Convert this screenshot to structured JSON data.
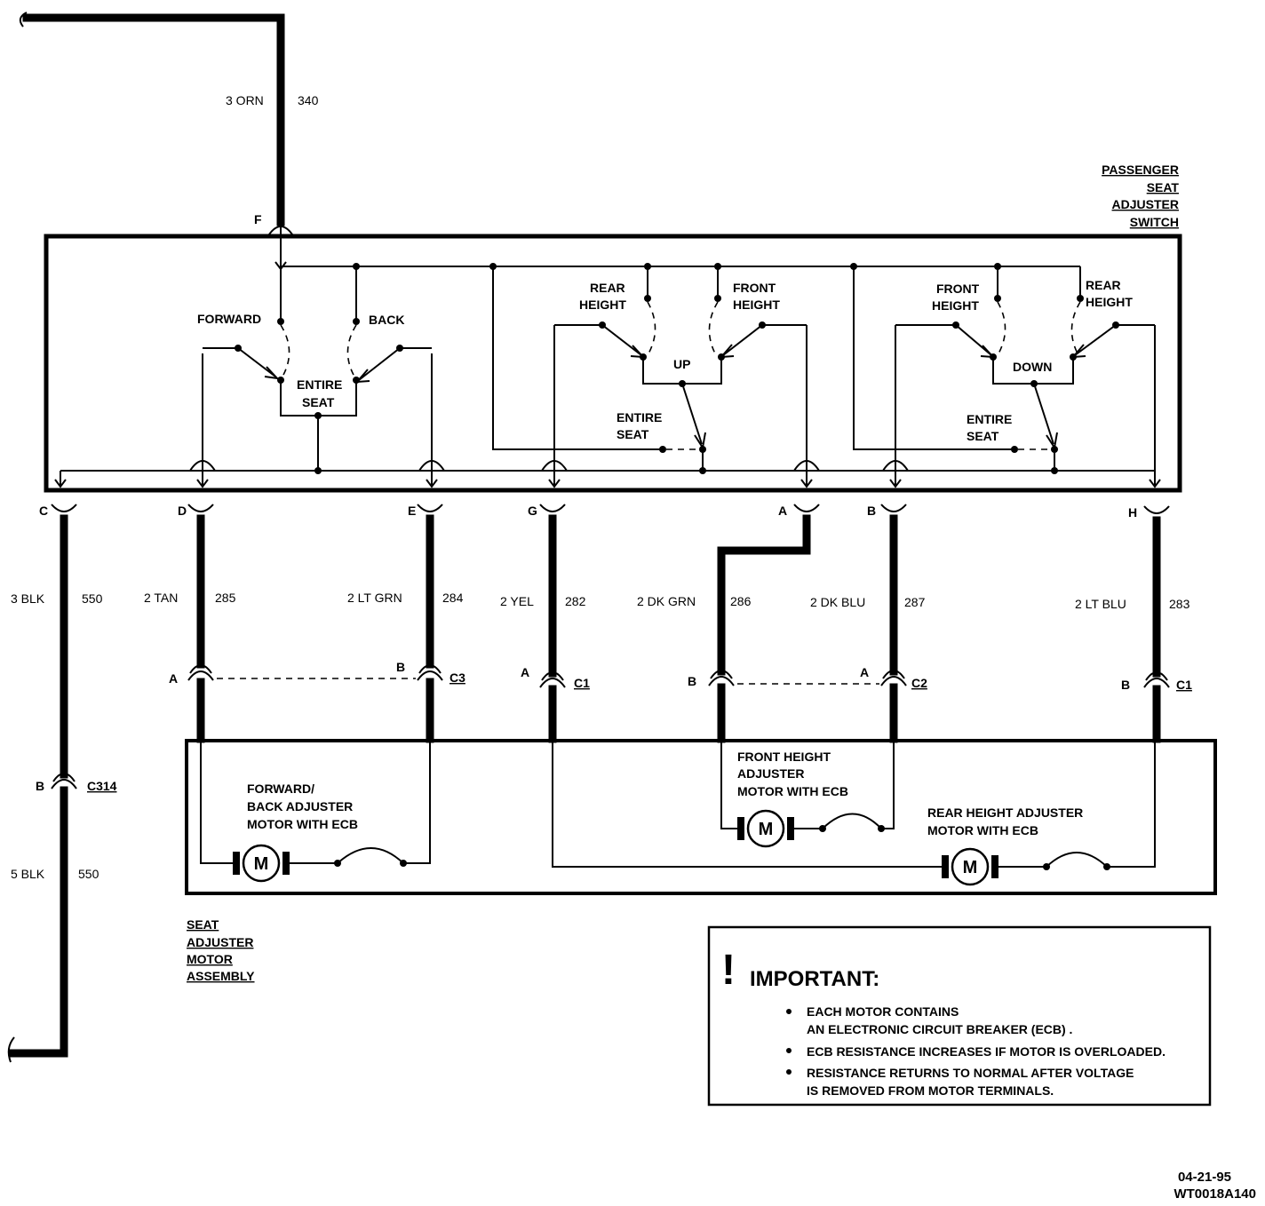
{
  "titles": {
    "switch": [
      "PASSENGER",
      "SEAT",
      "ADJUSTER",
      "SWITCH"
    ],
    "motor_assembly": [
      "SEAT",
      "ADJUSTER",
      "MOTOR",
      "ASSEMBLY"
    ]
  },
  "top_wire": {
    "gauge": "3 ORN",
    "circuit": "340",
    "pin": "F"
  },
  "switch_labels": {
    "forward": "FORWARD",
    "back": "BACK",
    "entire_seat_1": [
      "ENTIRE",
      "SEAT"
    ],
    "rear_height_1": [
      "REAR",
      "HEIGHT"
    ],
    "front_height_1": [
      "FRONT",
      "HEIGHT"
    ],
    "up": "UP",
    "entire_seat_2": [
      "ENTIRE",
      "SEAT"
    ],
    "front_height_2": [
      "FRONT",
      "HEIGHT"
    ],
    "rear_height_2": [
      "REAR",
      "HEIGHT"
    ],
    "down": "DOWN",
    "entire_seat_3": [
      "ENTIRE",
      "SEAT"
    ]
  },
  "pins": [
    "C",
    "D",
    "E",
    "G",
    "A",
    "B",
    "H"
  ],
  "wires": [
    {
      "gauge": "3 BLK",
      "circuit": "550"
    },
    {
      "gauge": "2 TAN",
      "circuit": "285"
    },
    {
      "gauge": "2 LT GRN",
      "circuit": "284"
    },
    {
      "gauge": "2 YEL",
      "circuit": "282"
    },
    {
      "gauge": "2 DK GRN",
      "circuit": "286"
    },
    {
      "gauge": "2 DK BLU",
      "circuit": "287"
    },
    {
      "gauge": "2 LT BLU",
      "circuit": "283"
    }
  ],
  "lower_wire": {
    "gauge": "5 BLK",
    "circuit": "550"
  },
  "connectors": {
    "c314": {
      "pin": "B",
      "name": "C314"
    },
    "c3a": {
      "pin": "A"
    },
    "c3b": {
      "pin": "B",
      "name": "C3"
    },
    "c1a": {
      "pin": "A",
      "name": "C1"
    },
    "c2b": {
      "pin": "B"
    },
    "c2a": {
      "pin": "A",
      "name": "C2"
    },
    "c1b": {
      "pin": "B",
      "name": "C1"
    }
  },
  "motors": {
    "fwd_back": [
      "FORWARD/",
      "BACK ADJUSTER",
      "MOTOR WITH ECB"
    ],
    "front_height": [
      "FRONT HEIGHT",
      "ADJUSTER",
      "MOTOR WITH ECB"
    ],
    "rear_height": [
      "REAR HEIGHT ADJUSTER",
      "MOTOR WITH ECB"
    ],
    "symbol": "M"
  },
  "important": {
    "mark": "!",
    "heading": "IMPORTANT:",
    "bullets": [
      [
        "EACH MOTOR CONTAINS",
        "AN ELECTRONIC CIRCUIT BREAKER (ECB) ."
      ],
      [
        "ECB RESISTANCE INCREASES IF MOTOR IS OVERLOADED."
      ],
      [
        "RESISTANCE RETURNS TO NORMAL AFTER VOLTAGE",
        "IS REMOVED FROM MOTOR TERMINALS."
      ]
    ]
  },
  "footer": {
    "date": "04-21-95",
    "code": "WT0018A140"
  }
}
